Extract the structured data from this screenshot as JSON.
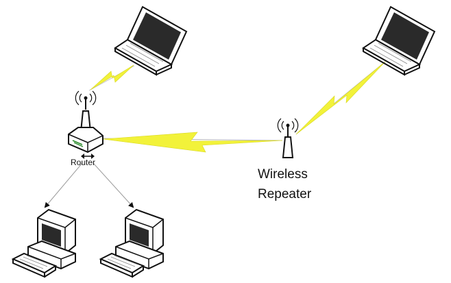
{
  "labels": {
    "router": "Router",
    "repeater_line1": "Wireless",
    "repeater_line2": "Repeater"
  },
  "nodes": [
    {
      "id": "laptop-left",
      "icon": "laptop-icon"
    },
    {
      "id": "laptop-right",
      "icon": "laptop-icon"
    },
    {
      "id": "router",
      "icon": "router-icon"
    },
    {
      "id": "wireless-repeater",
      "icon": "antenna-icon"
    },
    {
      "id": "desktop-left",
      "icon": "desktop-computer-icon"
    },
    {
      "id": "desktop-right",
      "icon": "desktop-computer-icon"
    }
  ],
  "connections": [
    {
      "from": "router",
      "to": "laptop-left",
      "type": "wireless"
    },
    {
      "from": "router",
      "to": "wireless-repeater",
      "type": "wireless"
    },
    {
      "from": "wireless-repeater",
      "to": "laptop-right",
      "type": "wireless"
    },
    {
      "from": "router",
      "to": "desktop-left",
      "type": "wired"
    },
    {
      "from": "router",
      "to": "desktop-right",
      "type": "wired"
    }
  ],
  "colors": {
    "wireless": "#f2f23a",
    "wire": "#9a9a9a",
    "outline": "#111111",
    "screen": "#2a2a2a"
  }
}
